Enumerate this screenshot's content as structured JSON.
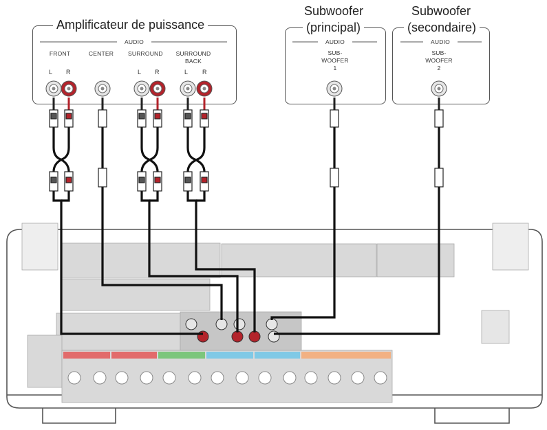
{
  "amplifier": {
    "title": "Amplificateur de puissance",
    "audio_label": "AUDIO",
    "channels": {
      "front": "FRONT",
      "center": "CENTER",
      "surround": "SURROUND",
      "surround_back": "SURROUND BACK"
    },
    "left": "L",
    "right": "R"
  },
  "sub_main": {
    "title_line1": "Subwoofer",
    "title_line2": "(principal)",
    "audio_label": "AUDIO",
    "port_line1": "SUB-",
    "port_line2": "WOOFER",
    "port_line3": "1"
  },
  "sub_second": {
    "title_line1": "Subwoofer",
    "title_line2": "(secondaire)",
    "audio_label": "AUDIO",
    "port_line1": "SUB-",
    "port_line2": "WOOFER",
    "port_line3": "2"
  },
  "plug_labels": {
    "left": "L",
    "right": "R"
  },
  "colors": {
    "red_jack": "#b3232b",
    "white_jack": "#e6e6e6",
    "cable": "#111111",
    "receiver_outline": "#555555",
    "front_label": "#e26b6b",
    "center_label": "#7cc67c",
    "surround_label": "#7fc9e6",
    "surround_back_label": "#f2b183"
  }
}
